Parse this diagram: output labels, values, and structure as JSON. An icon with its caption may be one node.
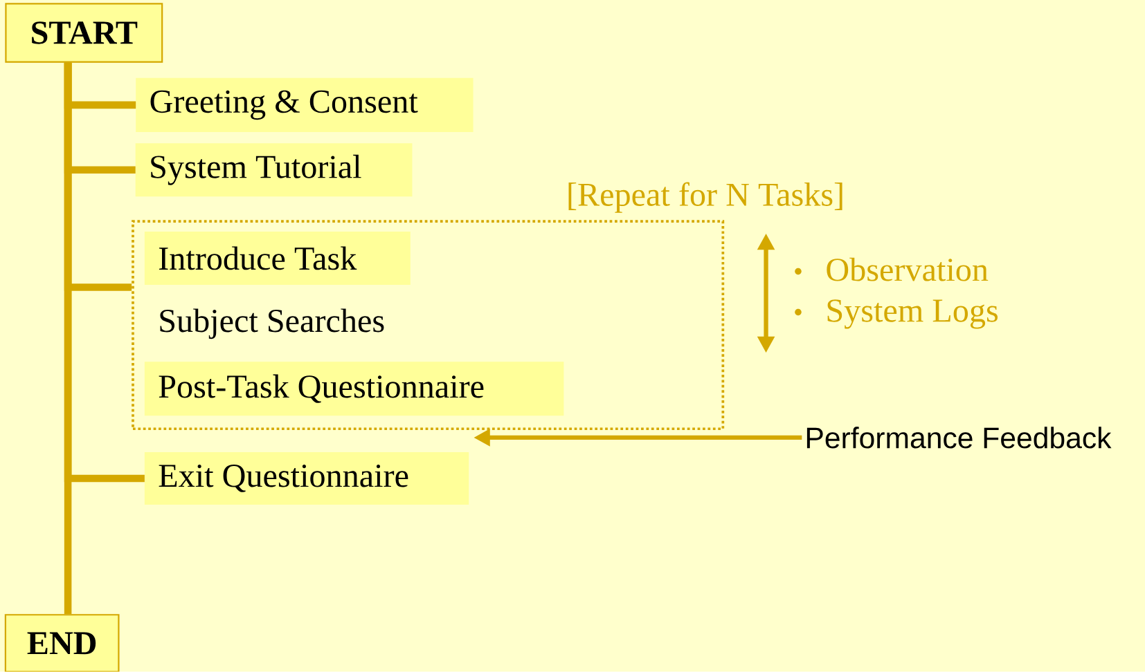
{
  "diagram": {
    "nodes": [
      {
        "text": [
          "START"
        ]
      },
      {
        "text": [
          "Greeting & Consent"
        ]
      },
      {
        "text": [
          "System Tutorial"
        ]
      },
      {
        "text": [
          "[Repeat for N Tasks]"
        ]
      },
      {
        "text": [
          "Introduce Task"
        ],
        "in": 3
      },
      {
        "text": [
          "Subject Searches"
        ],
        "in": 3
      },
      {
        "text": [
          "Post-Task Questionnaire"
        ],
        "in": 3
      },
      {
        "text": [
          "Exit Questionnaire"
        ]
      },
      {
        "text": [
          "END"
        ]
      },
      {
        "text": [
          "Performance Feedback"
        ]
      }
    ],
    "edges": [
      {
        "from": 0,
        "to": 1,
        "arrow": "none"
      },
      {
        "from": 0,
        "to": 2,
        "arrow": "none"
      },
      {
        "from": 0,
        "to": 3,
        "arrow": "none"
      },
      {
        "from": 0,
        "to": 7,
        "arrow": "none"
      },
      {
        "from": 0,
        "to": 8,
        "arrow": "none"
      },
      {
        "from": 9,
        "to": 3,
        "arrow": "to"
      }
    ],
    "labels": [
      "Observation",
      "System Logs"
    ]
  }
}
